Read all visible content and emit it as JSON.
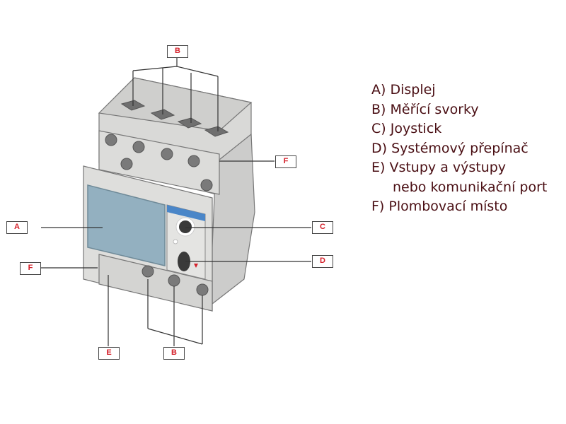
{
  "callouts": {
    "b_top": "B",
    "f_right": "F",
    "a": "A",
    "c": "C",
    "f_left": "F",
    "d": "D",
    "e": "E",
    "b_bottom": "B"
  },
  "legend": [
    {
      "key": "A",
      "text": "A) Displej"
    },
    {
      "key": "B",
      "text": "B) Měřící svorky"
    },
    {
      "key": "C",
      "text": "C) Joystick"
    },
    {
      "key": "D",
      "text": "D) Systémový přepínač"
    },
    {
      "key": "E",
      "text": "E) Vstupy a výstupy"
    },
    {
      "key": "E2",
      "text": "nebo komunikační port"
    },
    {
      "key": "F",
      "text": "F) Plombovací místo"
    }
  ],
  "colors": {
    "callout_text": "#d4202a",
    "legend_text": "#4a0f14",
    "device_body": "#d6d6d4",
    "display": "#93b0c0",
    "panel_blue": "#4a86c8"
  }
}
